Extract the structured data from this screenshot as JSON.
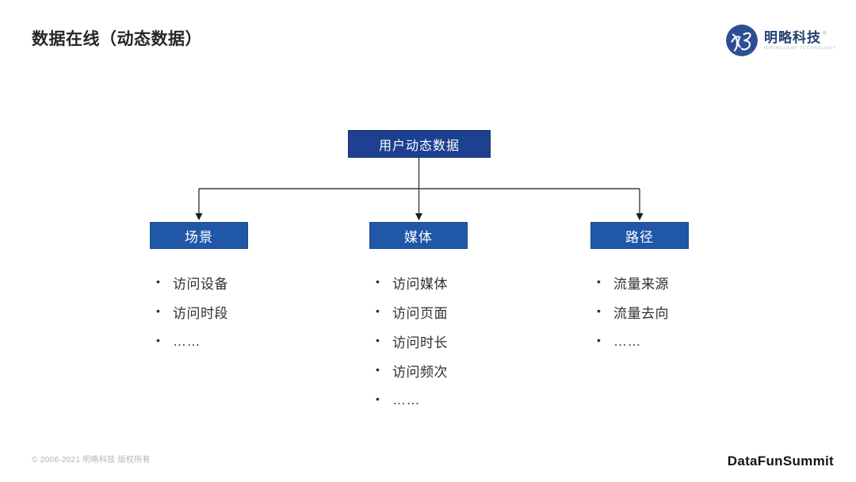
{
  "header": {
    "title": "数据在线（动态数据）",
    "logo": {
      "brand": "明略科技",
      "registered_mark": "®",
      "tagline": "MININGLAMP TECHNOLOGY"
    }
  },
  "diagram": {
    "bullet_char": "•",
    "root": {
      "label": "用户动态数据"
    },
    "branches": [
      {
        "label": "场景",
        "items": [
          "访问设备",
          "访问时段",
          "……"
        ]
      },
      {
        "label": "媒体",
        "items": [
          "访问媒体",
          "访问页面",
          "访问时长",
          "访问频次",
          "……"
        ]
      },
      {
        "label": "路径",
        "items": [
          "流量来源",
          "流量去向",
          "……"
        ]
      }
    ]
  },
  "footer": {
    "copyright": "© 2006-2021 明略科技 版权所有",
    "brand": "DataFunSummit"
  },
  "colors": {
    "root_box": "#1d4091",
    "child_box": "#2057a7",
    "connector": "#3c3c3c",
    "logo_circle": "#2e4e93",
    "title_text": "#262626"
  }
}
